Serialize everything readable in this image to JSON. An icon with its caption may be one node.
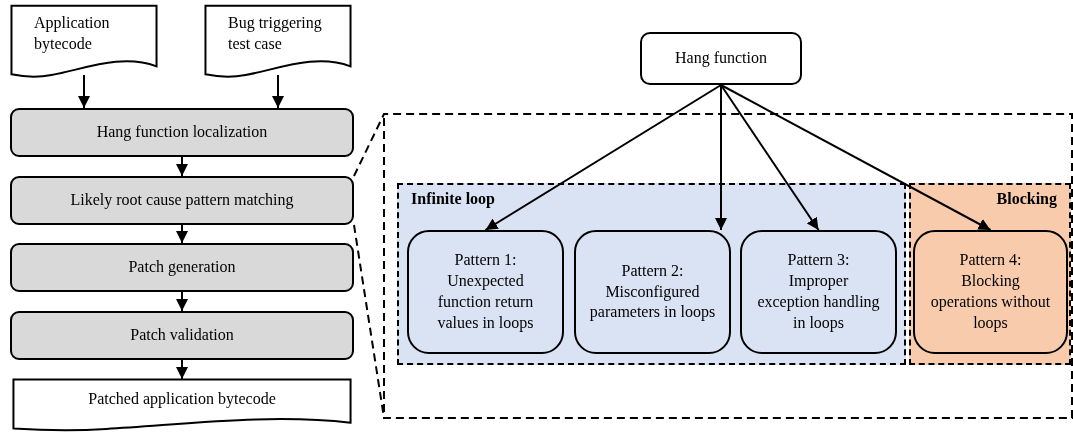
{
  "diagram": {
    "nodes": [
      {
        "text": [
          "Application bytecode"
        ]
      },
      {
        "text": [
          "Bug triggering test case"
        ]
      },
      {
        "text": [
          "Hang function localization"
        ]
      },
      {
        "text": [
          "Likely root cause pattern matching"
        ]
      },
      {
        "text": [
          "Patch generation"
        ]
      },
      {
        "text": [
          "Patch validation"
        ]
      },
      {
        "text": [
          "Patched application bytecode"
        ]
      },
      {
        "text": [
          "Hang function"
        ]
      },
      {
        "text": [
          "Infinite loop"
        ]
      },
      {
        "text": [
          "Pattern 1: Unexpected function return values in loops"
        ],
        "in": 8
      },
      {
        "text": [
          "Pattern 2: Misconfigured parameters in loops"
        ],
        "in": 8
      },
      {
        "text": [
          "Pattern 3: Improper exception handling in loops"
        ],
        "in": 8
      },
      {
        "text": [
          "Blocking"
        ]
      },
      {
        "text": [
          "Pattern 4: Blocking operations without loops"
        ],
        "in": 12
      }
    ],
    "edges": [
      {
        "from": 0,
        "to": 2,
        "arrow": "to"
      },
      {
        "from": 1,
        "to": 2,
        "arrow": "to"
      },
      {
        "from": 2,
        "to": 3,
        "arrow": "to"
      },
      {
        "from": 3,
        "to": 4,
        "arrow": "to"
      },
      {
        "from": 4,
        "to": 5,
        "arrow": "to"
      },
      {
        "from": 5,
        "to": 6,
        "arrow": "to"
      },
      {
        "from": 7,
        "to": 9,
        "arrow": "to"
      },
      {
        "from": 7,
        "to": 10,
        "arrow": "to"
      },
      {
        "from": 7,
        "to": 11,
        "arrow": "to"
      },
      {
        "from": 7,
        "to": 13,
        "arrow": "to"
      }
    ]
  }
}
